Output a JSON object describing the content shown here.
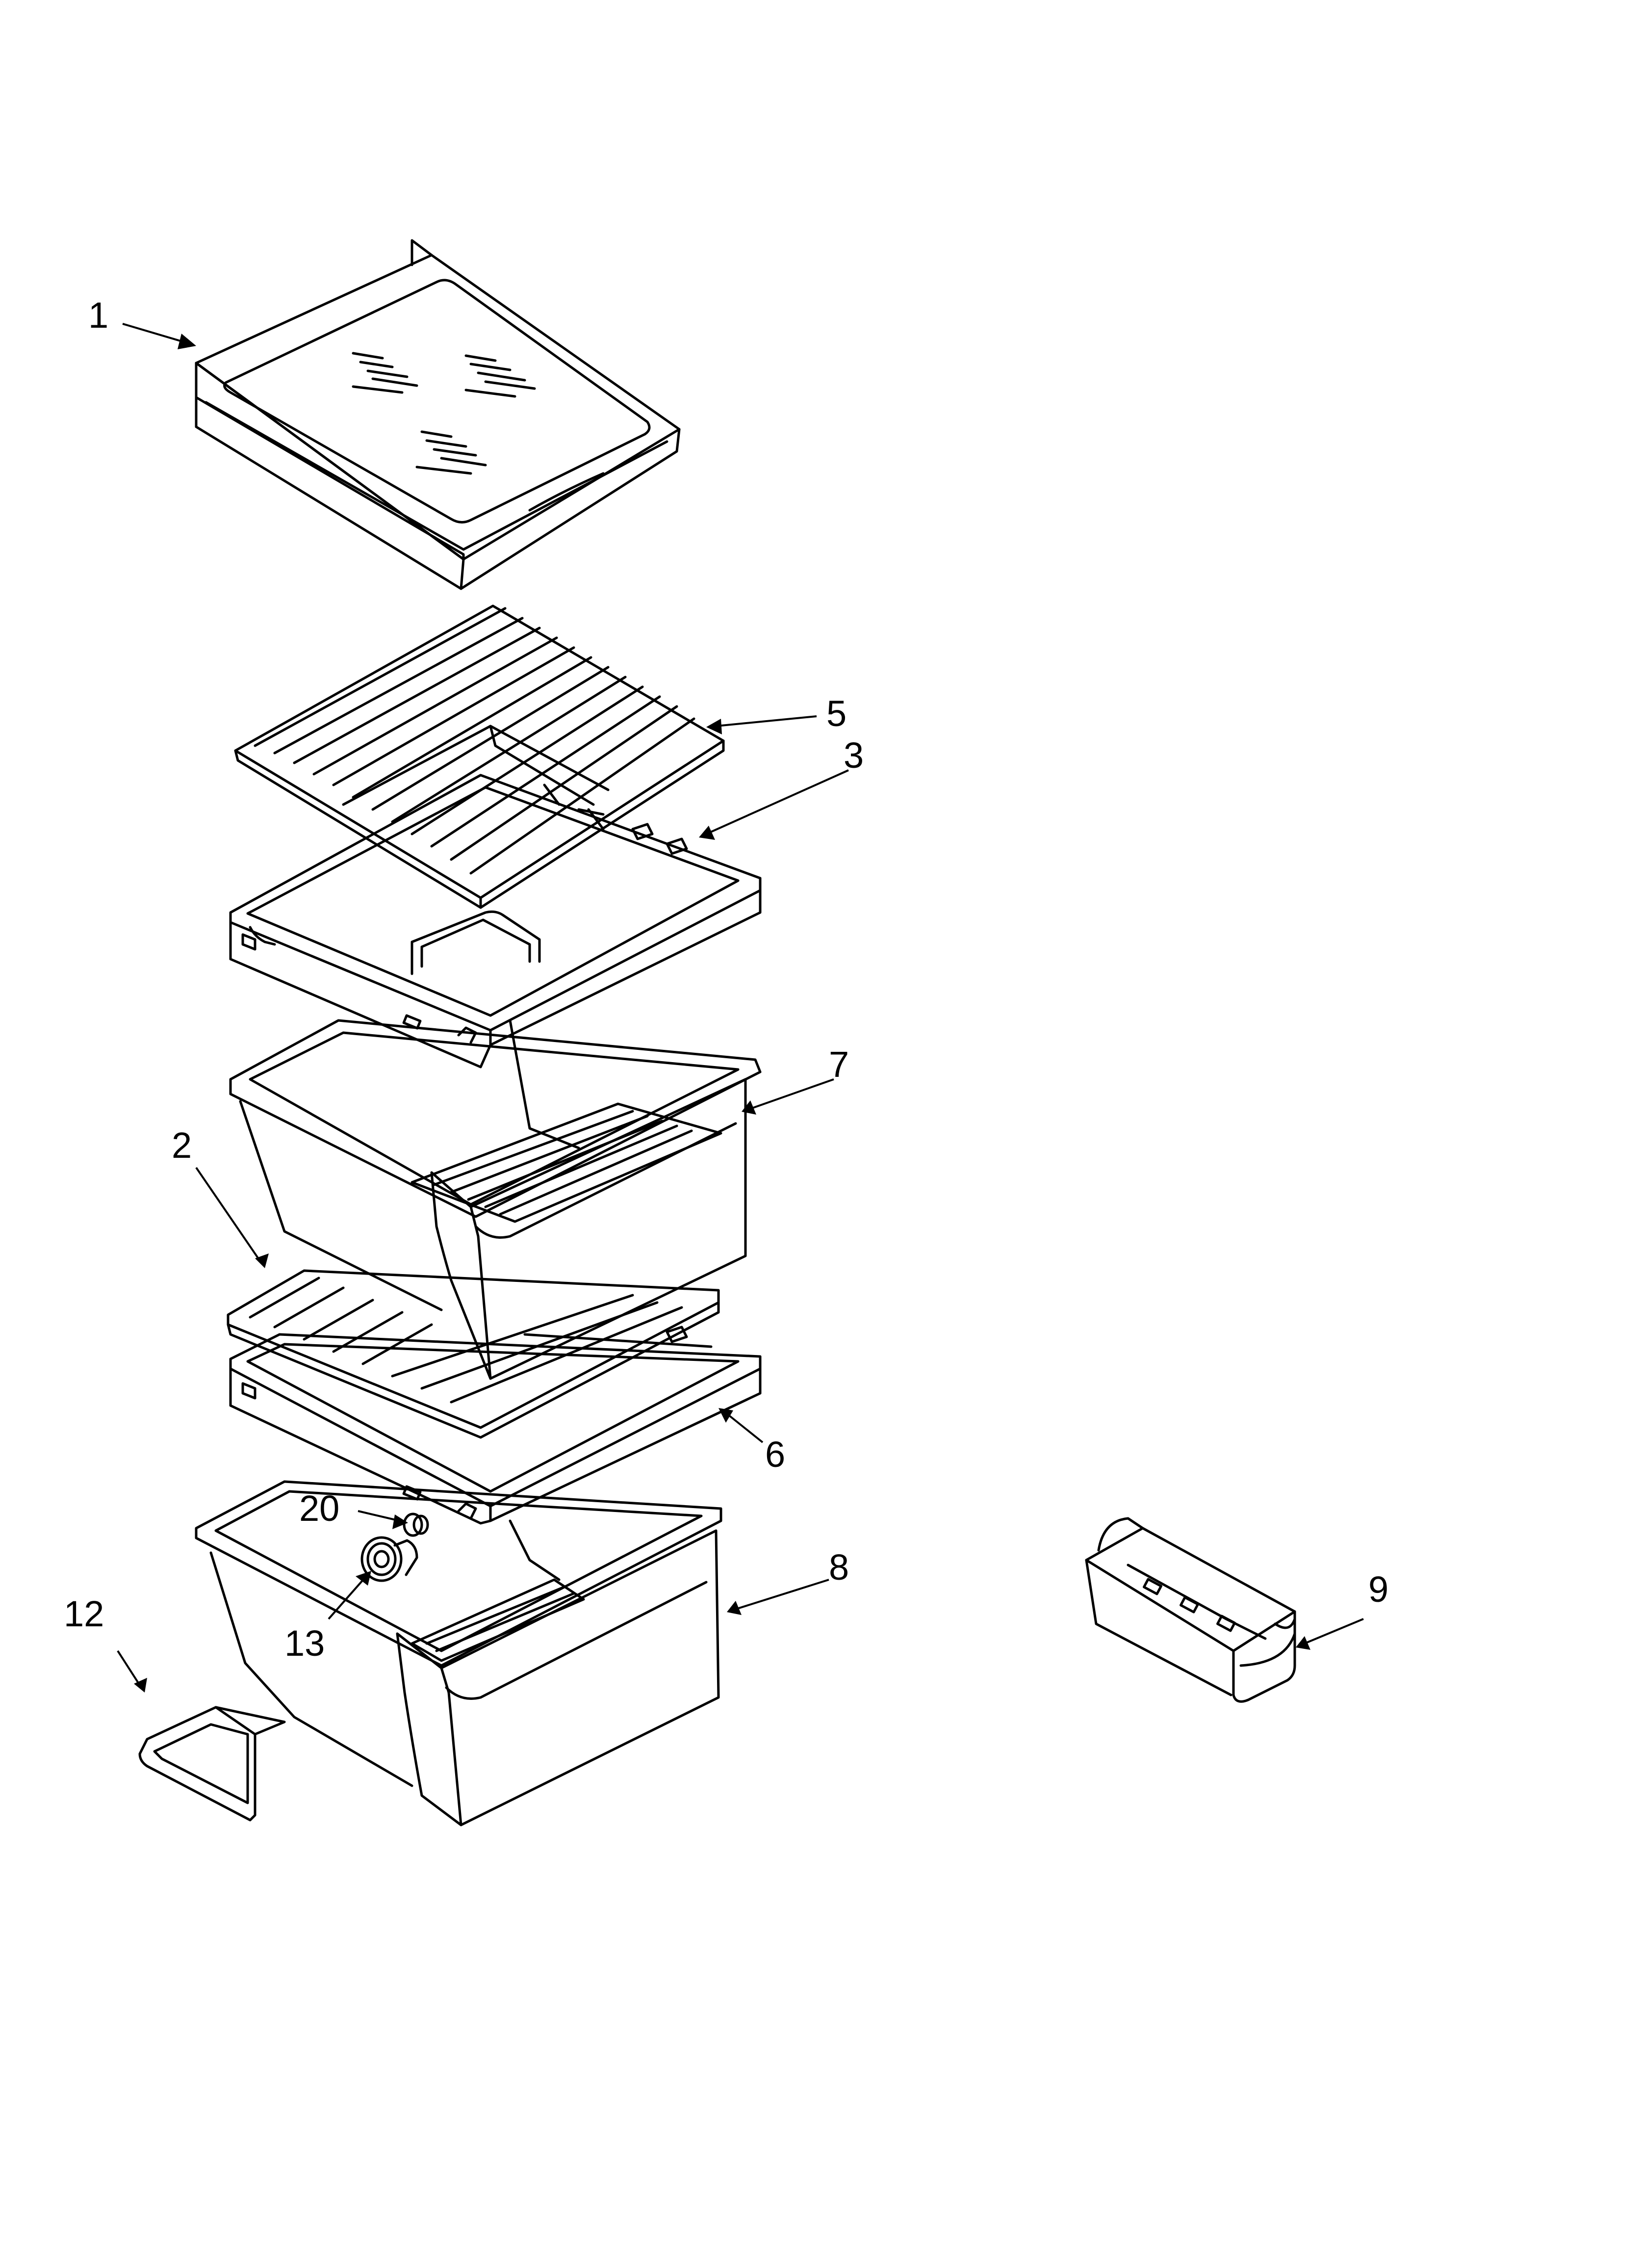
{
  "callouts": {
    "c1": "1",
    "c2": "2",
    "c3": "3",
    "c5": "5",
    "c6": "6",
    "c7": "7",
    "c8": "8",
    "c9": "9",
    "c12": "12",
    "c13": "13",
    "c20": "20"
  },
  "colors": {
    "line": "#000000",
    "background": "#ffffff"
  }
}
